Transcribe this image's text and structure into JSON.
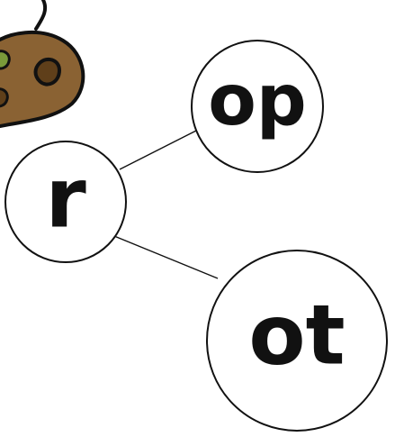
{
  "diagram": {
    "onset": {
      "label": "r"
    },
    "rimes": [
      {
        "label": "op"
      },
      {
        "label": "ot"
      }
    ]
  },
  "clipart": {
    "icon": "potato-icon"
  },
  "colors": {
    "outline": "#111111",
    "potato_fill": "#8a6233",
    "potato_spot": "#5f3f1a",
    "potato_sprout": "#7a9a3a",
    "background": "#ffffff"
  }
}
